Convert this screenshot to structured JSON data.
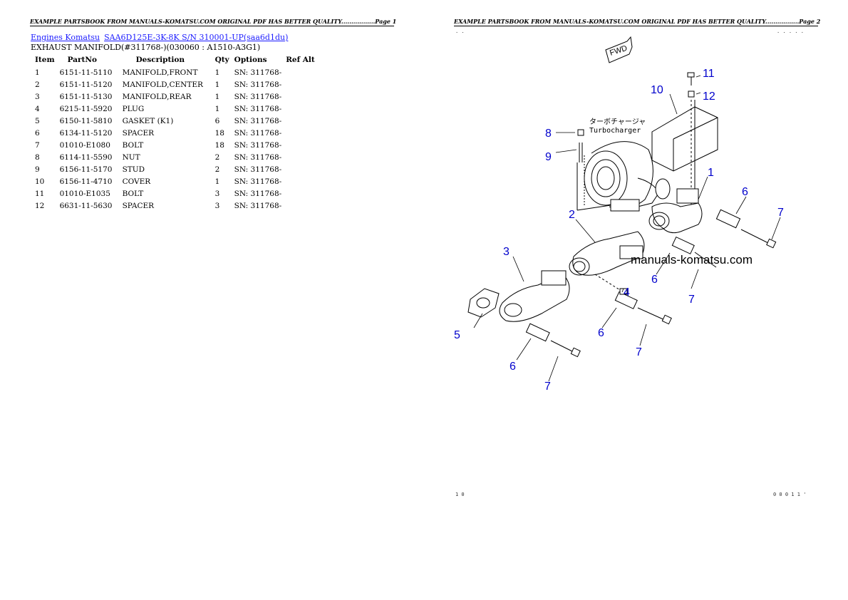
{
  "page1": {
    "header": "EXAMPLE PARTSBOOK FROM MANUALS-KOMATSU.COM ORIGINAL PDF HAS BETTER QUALITY.................Page 1",
    "breadcrumb": {
      "link1": "Engines Komatsu",
      "link2": "SAA6D125E-3K-8K S/N 310001-UP(saa6d1du)"
    },
    "subtitle": "EXHAUST MANIFOLD(#311768-)(030060 : A1510-A3G1)",
    "table": {
      "headers": [
        "Item",
        "PartNo",
        "Description",
        "Qty",
        "Options",
        "Ref Alt"
      ],
      "rows": [
        [
          "1",
          "6151-11-5110",
          "MANIFOLD,FRONT",
          "1",
          "SN: 311768-",
          ""
        ],
        [
          "2",
          "6151-11-5120",
          "MANIFOLD,CENTER",
          "1",
          "SN: 311768-",
          ""
        ],
        [
          "3",
          "6151-11-5130",
          "MANIFOLD,REAR",
          "1",
          "SN: 311768-",
          ""
        ],
        [
          "4",
          "6215-11-5920",
          "PLUG",
          "1",
          "SN: 311768-",
          ""
        ],
        [
          "5",
          "6150-11-5810",
          "GASKET (K1)",
          "6",
          "SN: 311768-",
          ""
        ],
        [
          "6",
          "6134-11-5120",
          "SPACER",
          "18",
          "SN: 311768-",
          ""
        ],
        [
          "7",
          "01010-E1080",
          "BOLT",
          "18",
          "SN: 311768-",
          ""
        ],
        [
          "8",
          "6114-11-5590",
          "NUT",
          "2",
          "SN: 311768-",
          ""
        ],
        [
          "9",
          "6156-11-5170",
          "STUD",
          "2",
          "SN: 311768-",
          ""
        ],
        [
          "10",
          "6156-11-4710",
          "COVER",
          "1",
          "SN: 311768-",
          ""
        ],
        [
          "11",
          "01010-E1035",
          "BOLT",
          "3",
          "SN: 311768-",
          ""
        ],
        [
          "12",
          "6631-11-5630",
          "SPACER",
          "3",
          "SN: 311768-",
          ""
        ]
      ]
    }
  },
  "page2": {
    "header": "EXAMPLE PARTSBOOK FROM MANUALS-KOMATSU.COM ORIGINAL PDF HAS BETTER QUALITY.................Page 2",
    "corner_tl": ". .",
    "corner_tr": ". . . . .",
    "footer_left": "1 0",
    "footer_right": "0 0 0 1 1 '",
    "diagram": {
      "fwd_label": "FWD",
      "turbo_label_jp": "ターボチャージャ",
      "turbo_label_en": "Turbocharger",
      "watermark": "manuals-komatsu.com",
      "callouts": [
        "11",
        "10",
        "12",
        "8",
        "9",
        "1",
        "6",
        "7",
        "2",
        "3",
        "6",
        "7",
        "4",
        "5",
        "6",
        "7",
        "6",
        "7"
      ]
    }
  }
}
